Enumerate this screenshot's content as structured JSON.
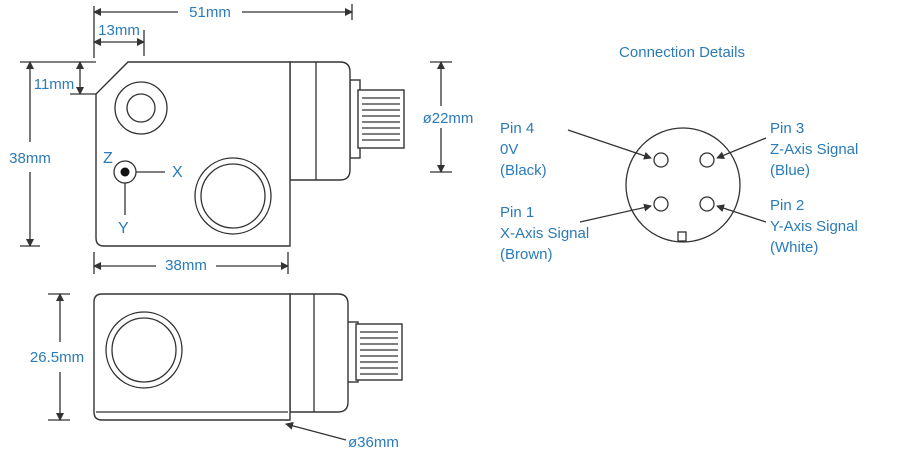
{
  "dimensions": {
    "top_width": "51mm",
    "offset_width": "13mm",
    "corner_height": "11mm",
    "body_height": "38mm",
    "connector_dia": "ø22mm",
    "body_width": "38mm",
    "depth": "26.5mm",
    "base_dia": "ø36mm"
  },
  "axes": {
    "z": "Z",
    "x": "X",
    "y": "Y"
  },
  "connection": {
    "title": "Connection Details",
    "pins": [
      {
        "num": "Pin 4",
        "signal": "0V",
        "wire": "(Black)"
      },
      {
        "num": "Pin 3",
        "signal": "Z-Axis Signal",
        "wire": "(Blue)"
      },
      {
        "num": "Pin 1",
        "signal": "X-Axis Signal",
        "wire": "(Brown)"
      },
      {
        "num": "Pin 2",
        "signal": "Y-Axis Signal",
        "wire": "(White)"
      }
    ]
  },
  "colors": {
    "label": "#2b7bb9",
    "line": "#333333"
  }
}
